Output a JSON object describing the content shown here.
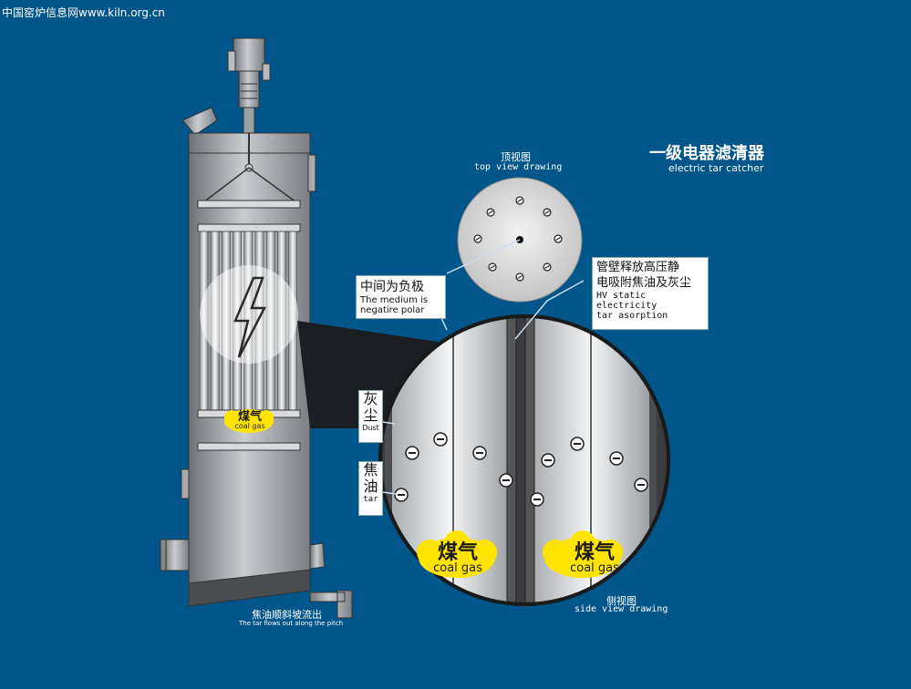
{
  "watermark": "中国窑炉信息网www.kiln.org.cn",
  "title": {
    "cn": "一级电器滤清器",
    "en": "electric tar catcher"
  },
  "top_view": {
    "cn": "顶视图",
    "en": "top view drawing"
  },
  "side_view": {
    "cn": "侧视图",
    "en": "side view drawing"
  },
  "negative_pole": {
    "cn": "中间为负极",
    "en_line1": "The medium is",
    "en_line2": "negatire polar"
  },
  "hv": {
    "cn_line1": "管壁释放高压静",
    "cn_line2": "电吸附焦油及灰尘",
    "en_line1": "HV static",
    "en_line2": "electricity",
    "en_line3": "tar asorption"
  },
  "dust": {
    "cn_line1": "灰",
    "cn_line2": "尘",
    "en": "Dust"
  },
  "tar": {
    "cn_line1": "焦",
    "cn_line2": "油",
    "en": "tar"
  },
  "gas_small": {
    "cn": "煤气",
    "en": "coal gas"
  },
  "gas_left": {
    "cn": "煤气",
    "en": "coal gas"
  },
  "gas_right": {
    "cn": "煤气",
    "en": "coal gas"
  },
  "tar_flow": {
    "cn": "焦油顺斜坡流出",
    "en": "The tar flows out along the pitch"
  },
  "colors": {
    "background": "#00558a",
    "gas_yellow": "#ffe400",
    "steel": "#9a9ea4"
  },
  "icons": {
    "lightning": "lightning-icon",
    "particle": "minus-circle-icon"
  }
}
